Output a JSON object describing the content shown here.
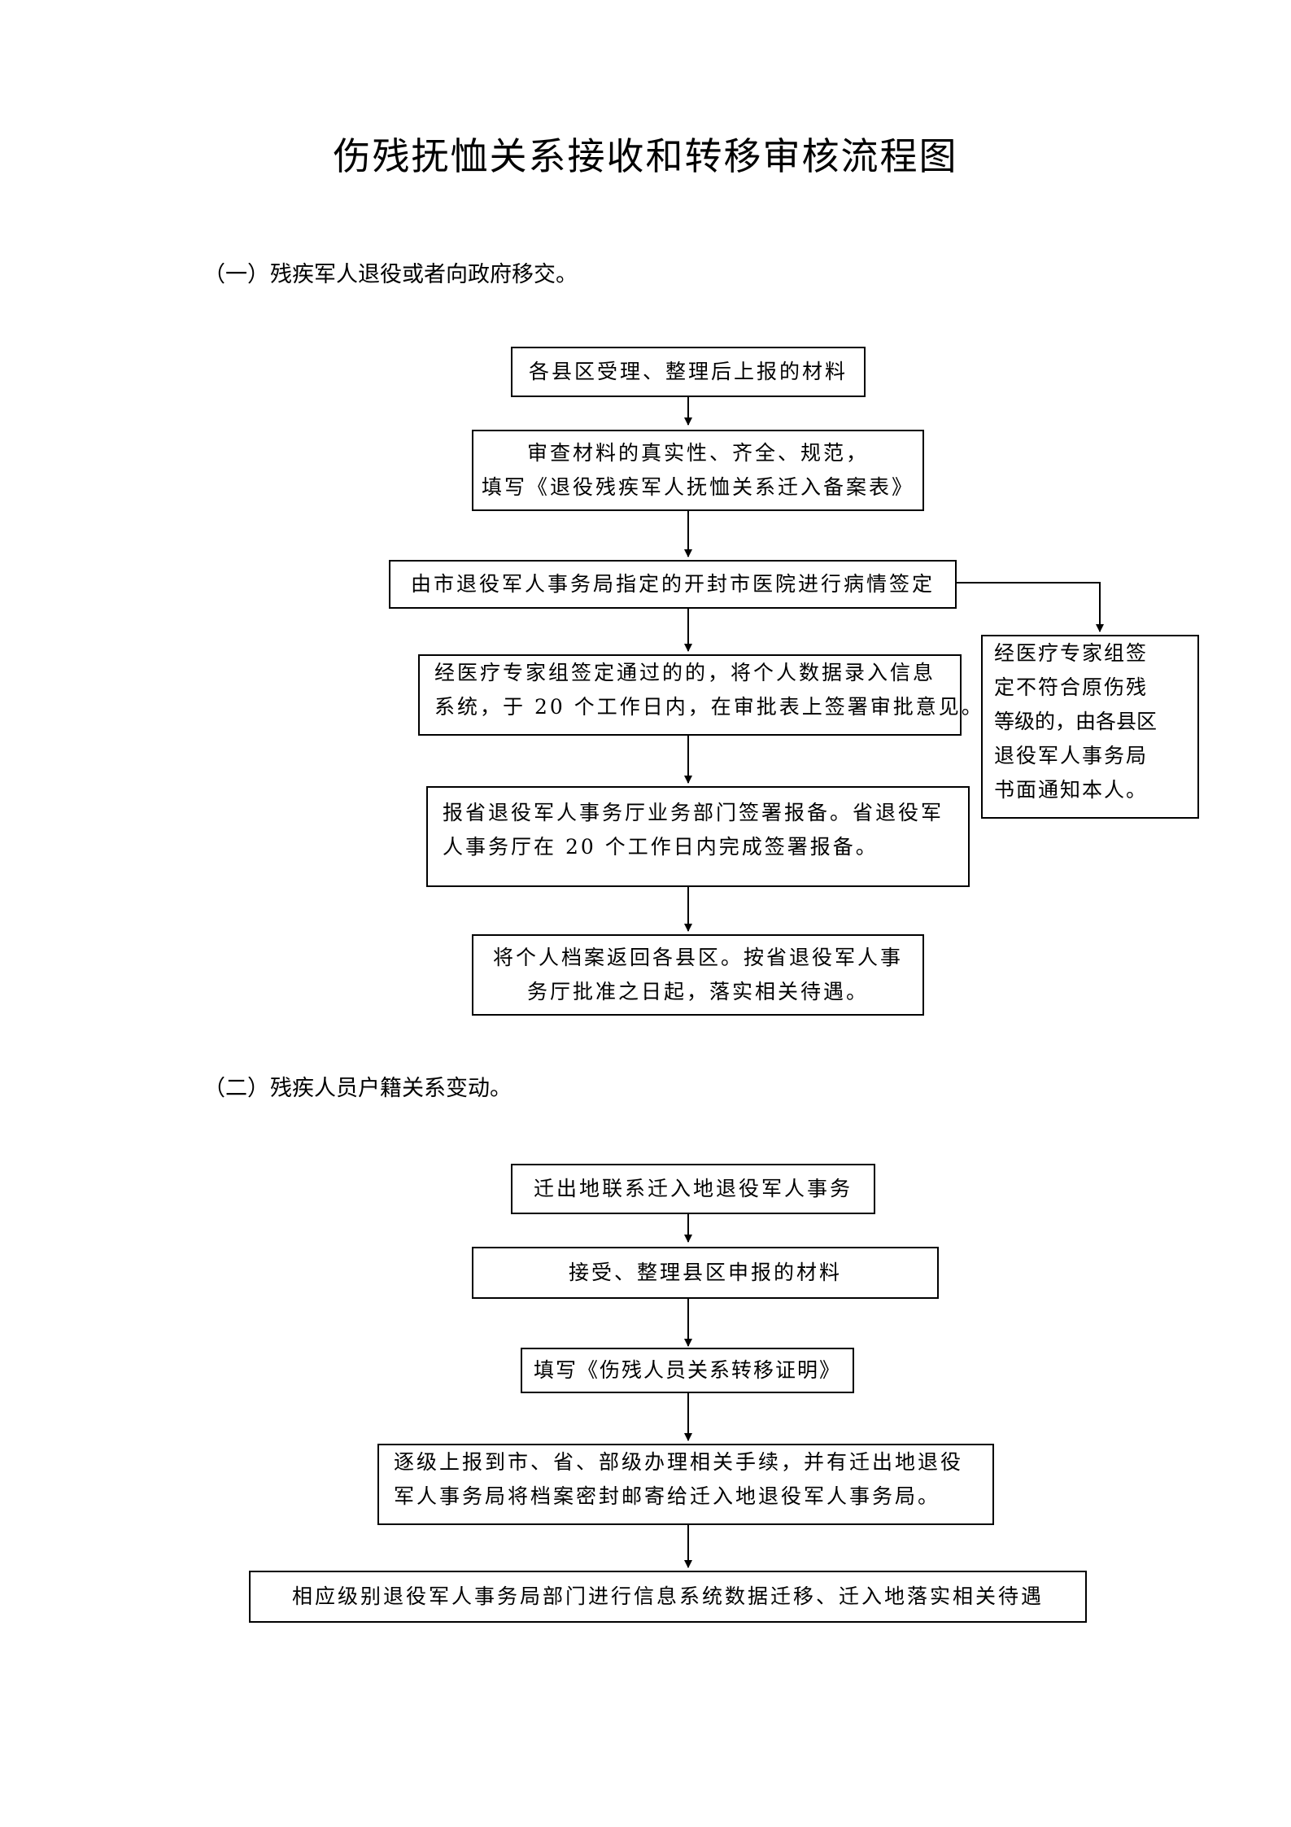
{
  "title": "伤残抚恤关系接收和转移审核流程图",
  "section1": {
    "number": "（一）",
    "heading": "残疾军人退役或者向政府移交。",
    "steps": [
      {
        "lines": [
          "各县区受理、整理后上报的材料"
        ]
      },
      {
        "lines": [
          "审查材料的真实性、齐全、规范，",
          "填写《退役残疾军人抚恤关系迁入备案表》"
        ]
      },
      {
        "lines": [
          "由市退役军人事务局指定的开封市医院进行病情签定"
        ]
      },
      {
        "lines": [
          "经医疗专家组签定通过的的，将个人数据录入信息",
          "系统，于 20 个工作日内，在审批表上签署审批意见。"
        ]
      },
      {
        "lines": [
          "报省退役军人事务厅业务部门签署报备。省退役军",
          "人事务厅在  20 个工作日内完成签署报备。"
        ]
      },
      {
        "lines": [
          "将个人档案返回各县区。按省退役军人事",
          "务厅批准之日起，落实相关待遇。"
        ]
      }
    ],
    "side_box": {
      "lines": [
        "经医疗专家组签",
        "定不符合原伤残",
        "等级的，由各县区",
        "退役军人事务局",
        "书面通知本人。"
      ]
    }
  },
  "section2": {
    "number": "（二）",
    "heading": "残疾人员户籍关系变动。",
    "steps": [
      {
        "lines": [
          "迁出地联系迁入地退役军人事务"
        ]
      },
      {
        "lines": [
          "接受、整理县区申报的材料"
        ]
      },
      {
        "lines": [
          "填写《伤残人员关系转移证明》"
        ]
      },
      {
        "lines": [
          "逐级上报到市、省、部级办理相关手续，并有迁出地退役",
          "军人事务局将档案密封邮寄给迁入地退役军人事务局。"
        ]
      },
      {
        "lines": [
          "相应级别退役军人事务局部门进行信息系统数据迁移、迁入地落实相关待遇"
        ]
      }
    ]
  }
}
